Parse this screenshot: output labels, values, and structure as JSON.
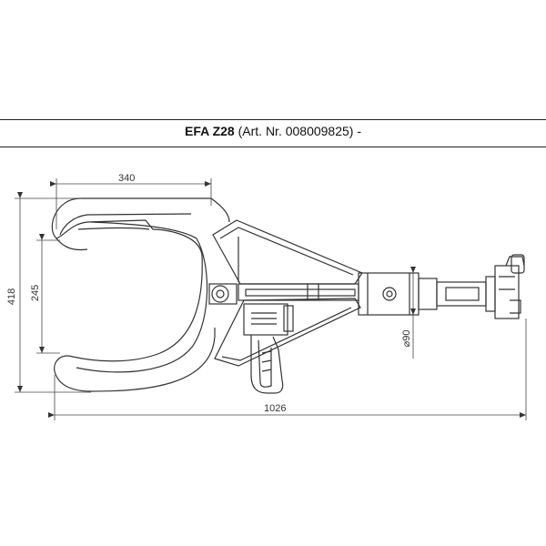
{
  "title": {
    "model": "EFA Z28",
    "article": "(Art. Nr. 008009825) -"
  },
  "dimensions": {
    "throat_width": "340",
    "total_height": "418",
    "opening": "245",
    "total_length": "1026",
    "diameter": "⌀90"
  }
}
